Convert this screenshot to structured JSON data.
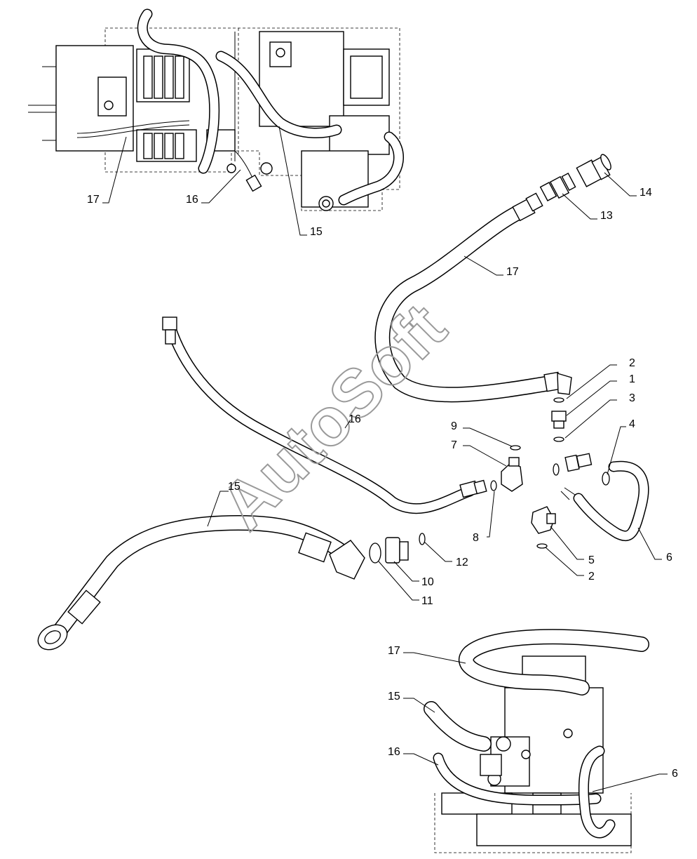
{
  "watermark": "AutoSoft",
  "callouts": [
    {
      "id": "c17-top",
      "label": "17"
    },
    {
      "id": "c16-top",
      "label": "16"
    },
    {
      "id": "c15-top",
      "label": "15"
    },
    {
      "id": "c14",
      "label": "14"
    },
    {
      "id": "c13",
      "label": "13"
    },
    {
      "id": "c17-mid",
      "label": "17"
    },
    {
      "id": "c2-a",
      "label": "2"
    },
    {
      "id": "c1",
      "label": "1"
    },
    {
      "id": "c3",
      "label": "3"
    },
    {
      "id": "c4",
      "label": "4"
    },
    {
      "id": "c9",
      "label": "9"
    },
    {
      "id": "c7",
      "label": "7"
    },
    {
      "id": "c16-mid",
      "label": "16"
    },
    {
      "id": "c15-mid",
      "label": "15"
    },
    {
      "id": "c8",
      "label": "8"
    },
    {
      "id": "c12",
      "label": "12"
    },
    {
      "id": "c10",
      "label": "10"
    },
    {
      "id": "c11",
      "label": "11"
    },
    {
      "id": "c5",
      "label": "5"
    },
    {
      "id": "c2-b",
      "label": "2"
    },
    {
      "id": "c6-mid",
      "label": "6"
    },
    {
      "id": "c17-bot",
      "label": "17"
    },
    {
      "id": "c15-bot",
      "label": "15"
    },
    {
      "id": "c16-bot",
      "label": "16"
    },
    {
      "id": "c6-bot",
      "label": "6"
    }
  ]
}
